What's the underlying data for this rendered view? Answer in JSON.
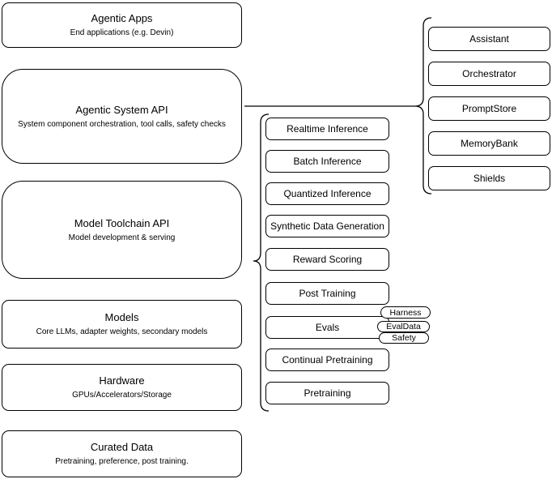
{
  "diagram": {
    "colors": {
      "background": "#ffffff",
      "stroke": "#000000",
      "text": "#000000"
    },
    "left_column": [
      {
        "title": "Agentic Apps",
        "subtitle": "End applications (e.g. Devin)"
      },
      {
        "title": "Agentic System API",
        "subtitle": "System component orchestration, tool calls, safety checks"
      },
      {
        "title": "Model Toolchain API",
        "subtitle": "Model development & serving"
      },
      {
        "title": "Models",
        "subtitle": "Core LLMs, adapter weights, secondary models"
      },
      {
        "title": "Hardware",
        "subtitle": "GPUs/Accelerators/Storage"
      },
      {
        "title": "Curated Data",
        "subtitle": "Pretraining, preference, post training."
      }
    ],
    "toolchain_items": [
      "Realtime Inference",
      "Batch Inference",
      "Quantized Inference",
      "Synthetic Data Generation",
      "Reward Scoring",
      "Post Training",
      "Evals",
      "Continual Pretraining",
      "Pretraining"
    ],
    "evals_tags": [
      "Harness",
      "EvalData",
      "Safety"
    ],
    "system_components": [
      "Assistant",
      "Orchestrator",
      "PromptStore",
      "MemoryBank",
      "Shields"
    ]
  }
}
